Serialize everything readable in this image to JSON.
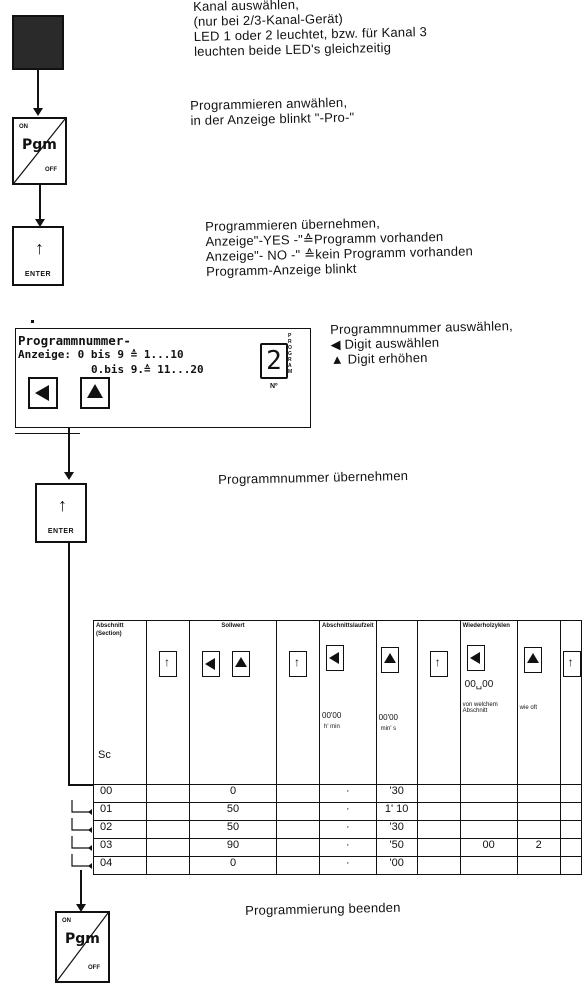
{
  "steps": {
    "kanal": {
      "text1": "Kanal auswählen,",
      "text2": "(nur bei 2/3-Kanal-Gerät)",
      "text3": "LED 1 oder 2 leuchtet, bzw. für Kanal 3",
      "text4": "leuchten beide LED's gleichzeitig"
    },
    "pgm_select": {
      "text1": "Programmieren anwählen,",
      "text2": "in der Anzeige blinkt \"-Pro-\""
    },
    "enter_confirm": {
      "text1": "Programmieren übernehmen,",
      "text2": "Anzeige\"-YES -\"≙Programm vorhanden",
      "text3": "Anzeige\"- NO -\" ≙kein Programm vorhanden",
      "text4": "Programm-Anzeige blinkt"
    },
    "prognr_select": {
      "text1": "Programmnummer auswählen,",
      "text2": "Digit auswählen",
      "text3": "Digit erhöhen"
    },
    "prognr_confirm": {
      "text1": "Programmnummer übernehmen"
    },
    "finish": {
      "text1": "Programmierung beenden"
    }
  },
  "keys": {
    "pgm_on": "ON",
    "pgm_label": "Pgm",
    "pgm_off": "OFF",
    "enter": "ENTER"
  },
  "display": {
    "line1": "Programmnummer-",
    "line2": "Anzeige: 0 bis 9 ≙  1...10",
    "line3": "0.bis 9.≙ 11...20",
    "digit": "2",
    "vertical": "PROGRAM",
    "no_label": "Nº"
  },
  "table": {
    "headers": {
      "abschnitt": "Abschnitt",
      "section": "(Section)",
      "sollwert": "Sollwert",
      "laufzeit": "Abschnittslaufzeit",
      "wiederhol": "Wiederholzyklen",
      "sc": "Sc",
      "time_hmin": "00'00",
      "time_mins": "00'00",
      "unit_hmin": "h' min",
      "unit_mins": "min' s",
      "cycles_display": "00␣00",
      "von": "von welchem Abschnitt",
      "wie_oft": "wie oft"
    },
    "rows": [
      {
        "sc": "00",
        "soll": "0",
        "h": "·",
        "min": "'30",
        "von": "",
        "wie": ""
      },
      {
        "sc": "01",
        "soll": "50",
        "h": "·",
        "min": "1' 10",
        "von": "",
        "wie": ""
      },
      {
        "sc": "02",
        "soll": "50",
        "h": "·",
        "min": "'30",
        "von": "",
        "wie": ""
      },
      {
        "sc": "03",
        "soll": "90",
        "h": "·",
        "min": "'50",
        "von": "00",
        "wie": "2"
      },
      {
        "sc": "04",
        "soll": "0",
        "h": "·",
        "min": "'00",
        "von": "",
        "wie": ""
      }
    ]
  }
}
